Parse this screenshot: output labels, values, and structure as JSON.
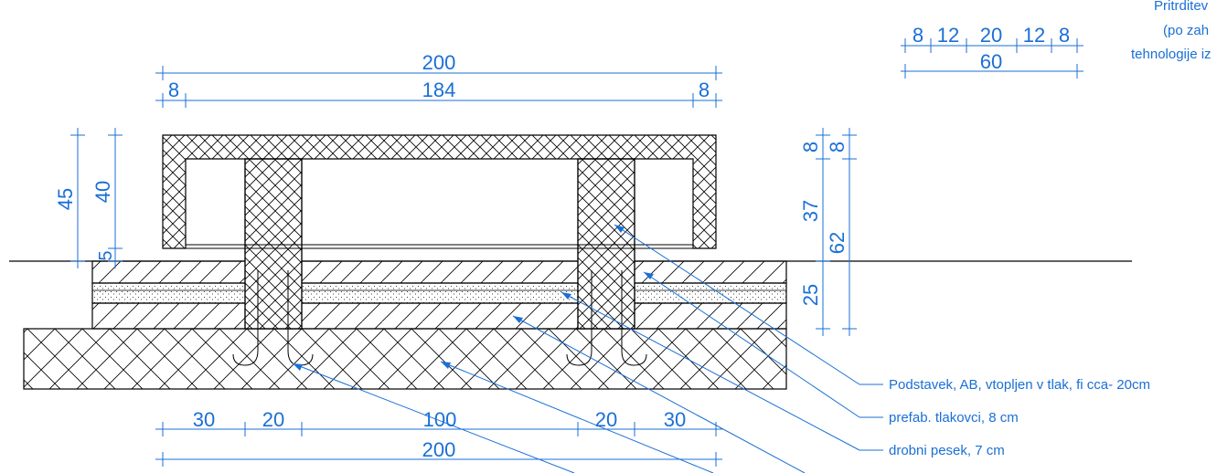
{
  "top_dimensions": {
    "overall": "200",
    "left_edge": "8",
    "inner": "184",
    "right_edge": "8"
  },
  "detail_dimensions": {
    "a": "8",
    "b": "12",
    "c": "20",
    "d": "12",
    "e": "8",
    "total": "60"
  },
  "left_vertical_dimensions": {
    "outer": "45",
    "inner": "40",
    "gap": "5"
  },
  "right_vertical_dimensions": {
    "top_a": "8",
    "top_b": "8",
    "mid": "37",
    "full": "62",
    "base": "25"
  },
  "bottom_dimensions": {
    "s1": "30",
    "s2": "20",
    "s3": "100",
    "s4": "20",
    "s5": "30",
    "total": "200"
  },
  "top_right_note": {
    "line1": "Pritrditev",
    "line2": "(po zah",
    "line3": "tehnologije iz"
  },
  "callouts": [
    "Podstavek, AB, vtopljen v tlak, fi cca- 20cm",
    "prefab. tlakovci, 8 cm",
    "drobni pesek, 7 cm"
  ],
  "colors": {
    "dimension": "#1a6fd6",
    "outline": "#000000"
  }
}
